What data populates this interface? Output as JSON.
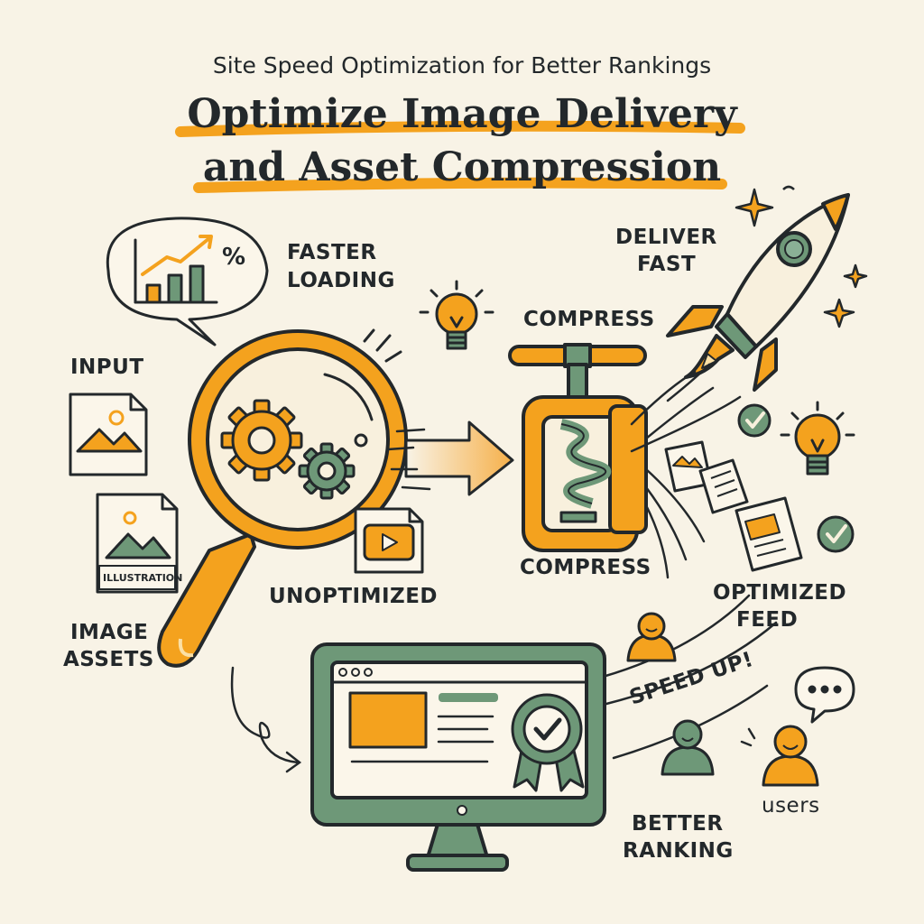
{
  "header": {
    "subtitle": "Site Speed Optimization for Better Rankings",
    "title_line1": "Optimize Image Delivery",
    "title_line2": "and Asset Compression"
  },
  "labels": {
    "faster_loading_1": "FASTER",
    "faster_loading_2": "LOADING",
    "input": "INPUT",
    "illustration": "ILLUSTRATION",
    "image_assets_1": "IMAGE",
    "image_assets_2": "ASSETS",
    "unoptimized": "UNOPTIMIZED",
    "compress_top": "COMPRESS",
    "compress_bottom": "COMPRESS",
    "deliver_fast_1": "DELIVER",
    "deliver_fast_2": "FAST",
    "optimized_feed_1": "OPTIMIZED",
    "optimized_feed_2": "FEED",
    "speed_up": "SPEED UP!",
    "better_ranking_1": "BETTER",
    "better_ranking_2": "RANKING",
    "users": "users",
    "percent": "%"
  },
  "icons": [
    "chart-bubble-icon",
    "image-file-icon",
    "magnifier-icon",
    "gear-icon",
    "video-file-icon",
    "arrow-icon",
    "lightbulb-icon",
    "clamp-icon",
    "rocket-icon",
    "star-icon",
    "checkmark-icon",
    "document-icon",
    "user-icon",
    "speech-bubble-icon",
    "monitor-icon",
    "award-badge-icon"
  ],
  "colors": {
    "accent_orange": "#f4a21e",
    "sage_green": "#6e9878",
    "ink": "#23282b",
    "background": "#f8f3e6"
  }
}
